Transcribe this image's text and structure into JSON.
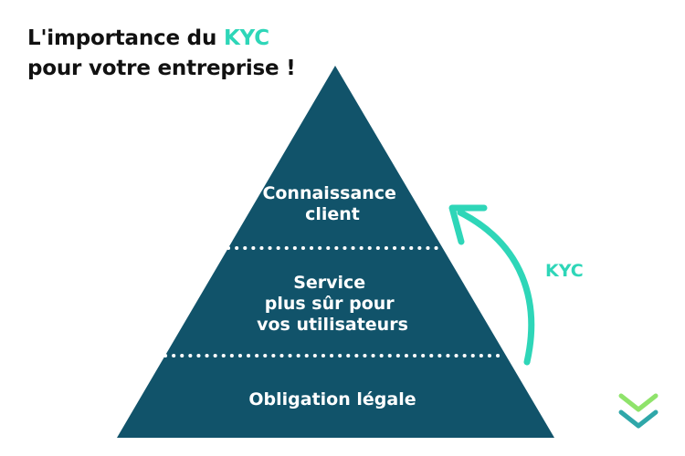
{
  "header": {
    "title_line1_prefix": "L'importance du ",
    "title_line1_highlight": "KYC",
    "title_line2": "pour votre entreprise !"
  },
  "pyramid": {
    "levels": [
      {
        "lines": [
          "Connaissance",
          "client"
        ]
      },
      {
        "lines": [
          "Service",
          "plus sûr pour",
          "vos utilisateurs"
        ]
      },
      {
        "lines": [
          "Obligation légale"
        ]
      }
    ]
  },
  "arrow": {
    "label": "KYC"
  },
  "logo": {
    "icon": "double-chevron-down-icon"
  },
  "colors": {
    "pyramid_fill": "#11536a",
    "accent": "#2ed6b8",
    "text_dark": "#111111",
    "divider": "#ffffff",
    "logo_top": "#8fe36b",
    "logo_bottom": "#2fa7a9"
  }
}
